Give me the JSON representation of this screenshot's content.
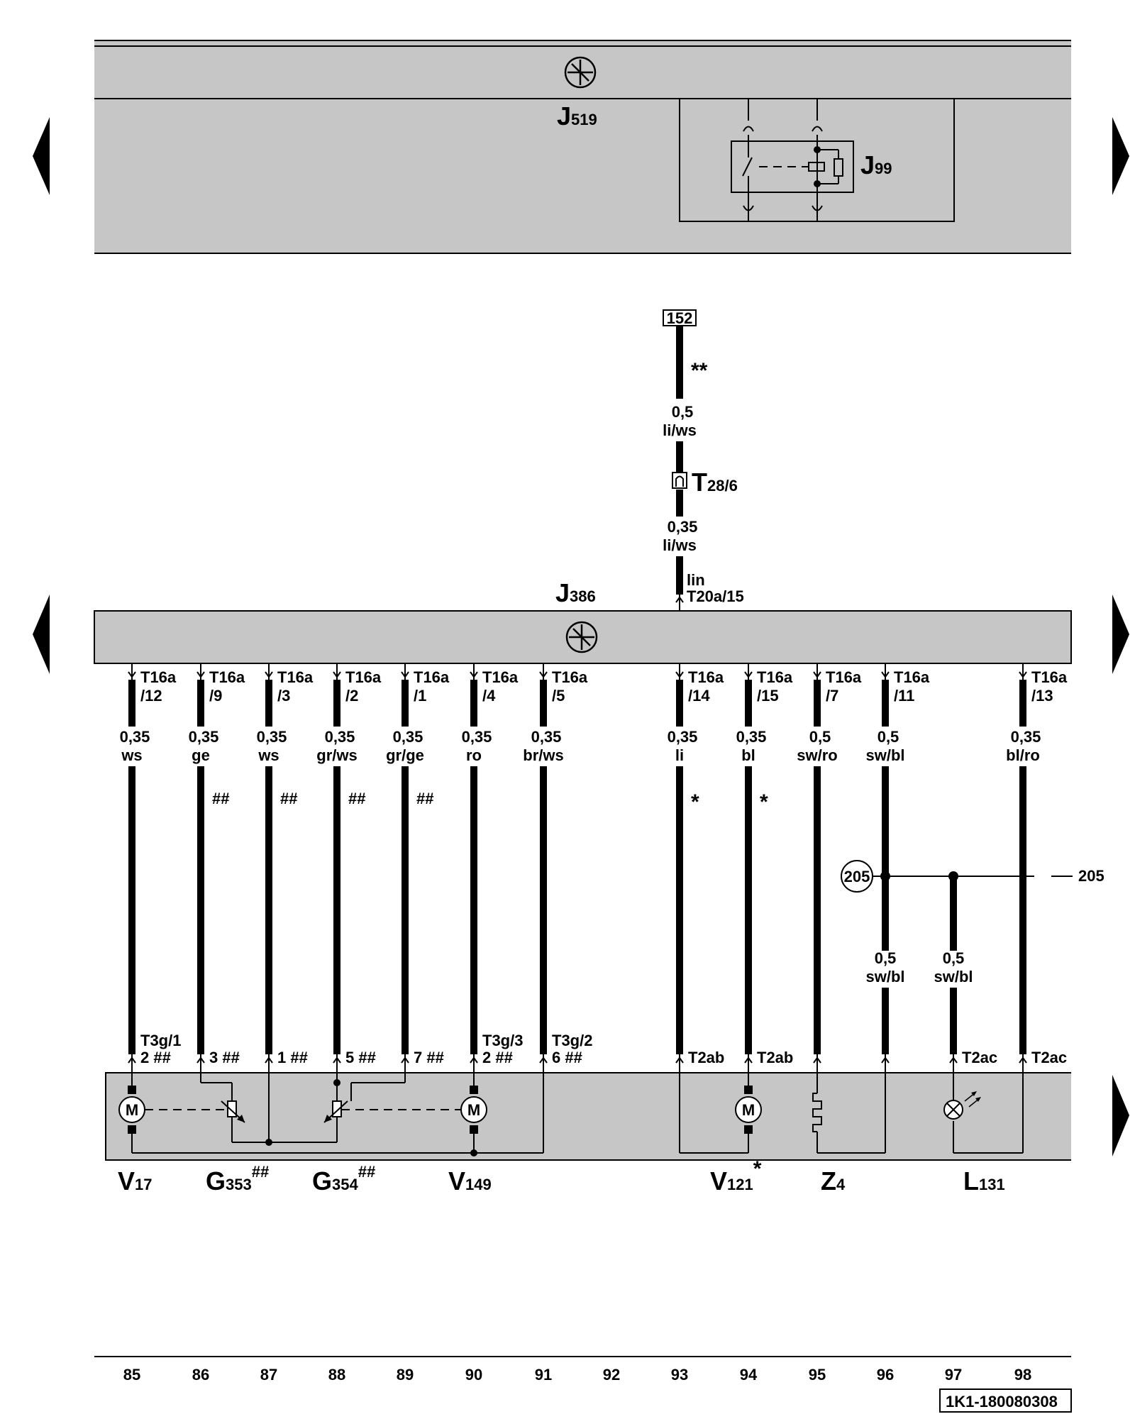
{
  "modules": {
    "top": {
      "name": "J",
      "sub": "519"
    },
    "relay": {
      "name": "J",
      "sub": "99"
    },
    "mid": {
      "name": "J",
      "sub": "386"
    }
  },
  "top_wire": {
    "ref_box": "152",
    "stars": "**",
    "seg1_size": "0,5",
    "seg1_color": "li/ws",
    "connector_name": "T",
    "connector_sub": "28/6",
    "seg2_size": "0,35",
    "seg2_color": "li/ws",
    "bus_name": "lin",
    "pin": "T20a/15"
  },
  "wires": [
    {
      "conn": "T16a",
      "pin": "/12",
      "size": "0,35",
      "color": "ws",
      "mark": "",
      "bot_conn": "T3g/1",
      "bot_pin": "2 ##"
    },
    {
      "conn": "T16a",
      "pin": "/9",
      "size": "0,35",
      "color": "ge",
      "mark": "##",
      "bot_conn": "",
      "bot_pin": "3 ##"
    },
    {
      "conn": "T16a",
      "pin": "/3",
      "size": "0,35",
      "color": "ws",
      "mark": "##",
      "bot_conn": "",
      "bot_pin": "1 ##"
    },
    {
      "conn": "T16a",
      "pin": "/2",
      "size": "0,35",
      "color": "gr/ws",
      "mark": "##",
      "bot_conn": "",
      "bot_pin": "5 ##"
    },
    {
      "conn": "T16a",
      "pin": "/1",
      "size": "0,35",
      "color": "gr/ge",
      "mark": "##",
      "bot_conn": "",
      "bot_pin": "7 ##"
    },
    {
      "conn": "T16a",
      "pin": "/4",
      "size": "0,35",
      "color": "ro",
      "mark": "",
      "bot_conn": "T3g/3",
      "bot_pin": "2 ##"
    },
    {
      "conn": "T16a",
      "pin": "/5",
      "size": "0,35",
      "color": "br/ws",
      "mark": "",
      "bot_conn": "T3g/2",
      "bot_pin": "6 ##"
    },
    {
      "conn": "T16a",
      "pin": "/14",
      "size": "0,35",
      "color": "li",
      "mark": "*",
      "bot_conn": "",
      "bot_pin": "T2ab"
    },
    {
      "conn": "T16a",
      "pin": "/15",
      "size": "0,35",
      "color": "bl",
      "mark": "*",
      "bot_conn": "",
      "bot_pin": "T2ab"
    },
    {
      "conn": "T16a",
      "pin": "/7",
      "size": "0,5",
      "color": "sw/ro",
      "mark": "",
      "bot_conn": "",
      "bot_pin": ""
    },
    {
      "conn": "T16a",
      "pin": "/11",
      "size": "0,5",
      "color": "sw/bl",
      "mark": "",
      "bot_conn": "",
      "bot_pin": ""
    },
    {
      "conn": "T16a",
      "pin": "/13",
      "size": "0,35",
      "color": "bl/ro",
      "mark": "",
      "bot_conn": "",
      "bot_pin": "T2ac"
    }
  ],
  "junction": {
    "circle_label": "205",
    "right_label": "205",
    "wire96_size": "0,5",
    "wire96_color": "sw/bl",
    "wire97_size": "0,5",
    "wire97_color": "sw/bl",
    "wire97_pin": "T2ac"
  },
  "components": [
    {
      "name": "V",
      "sub": "17",
      "sup": ""
    },
    {
      "name": "G",
      "sub": "353",
      "sup": "##"
    },
    {
      "name": "G",
      "sub": "354",
      "sup": "##"
    },
    {
      "name": "V",
      "sub": "149",
      "sup": ""
    },
    {
      "name": "V",
      "sub": "121",
      "sup": "*"
    },
    {
      "name": "Z",
      "sub": "4",
      "sup": ""
    },
    {
      "name": "L",
      "sub": "131",
      "sup": ""
    }
  ],
  "motor_letter": "M",
  "footer": {
    "columns": [
      "85",
      "86",
      "87",
      "88",
      "89",
      "90",
      "91",
      "92",
      "93",
      "94",
      "95",
      "96",
      "97",
      "98"
    ],
    "doc_id": "1K1-180080308"
  }
}
